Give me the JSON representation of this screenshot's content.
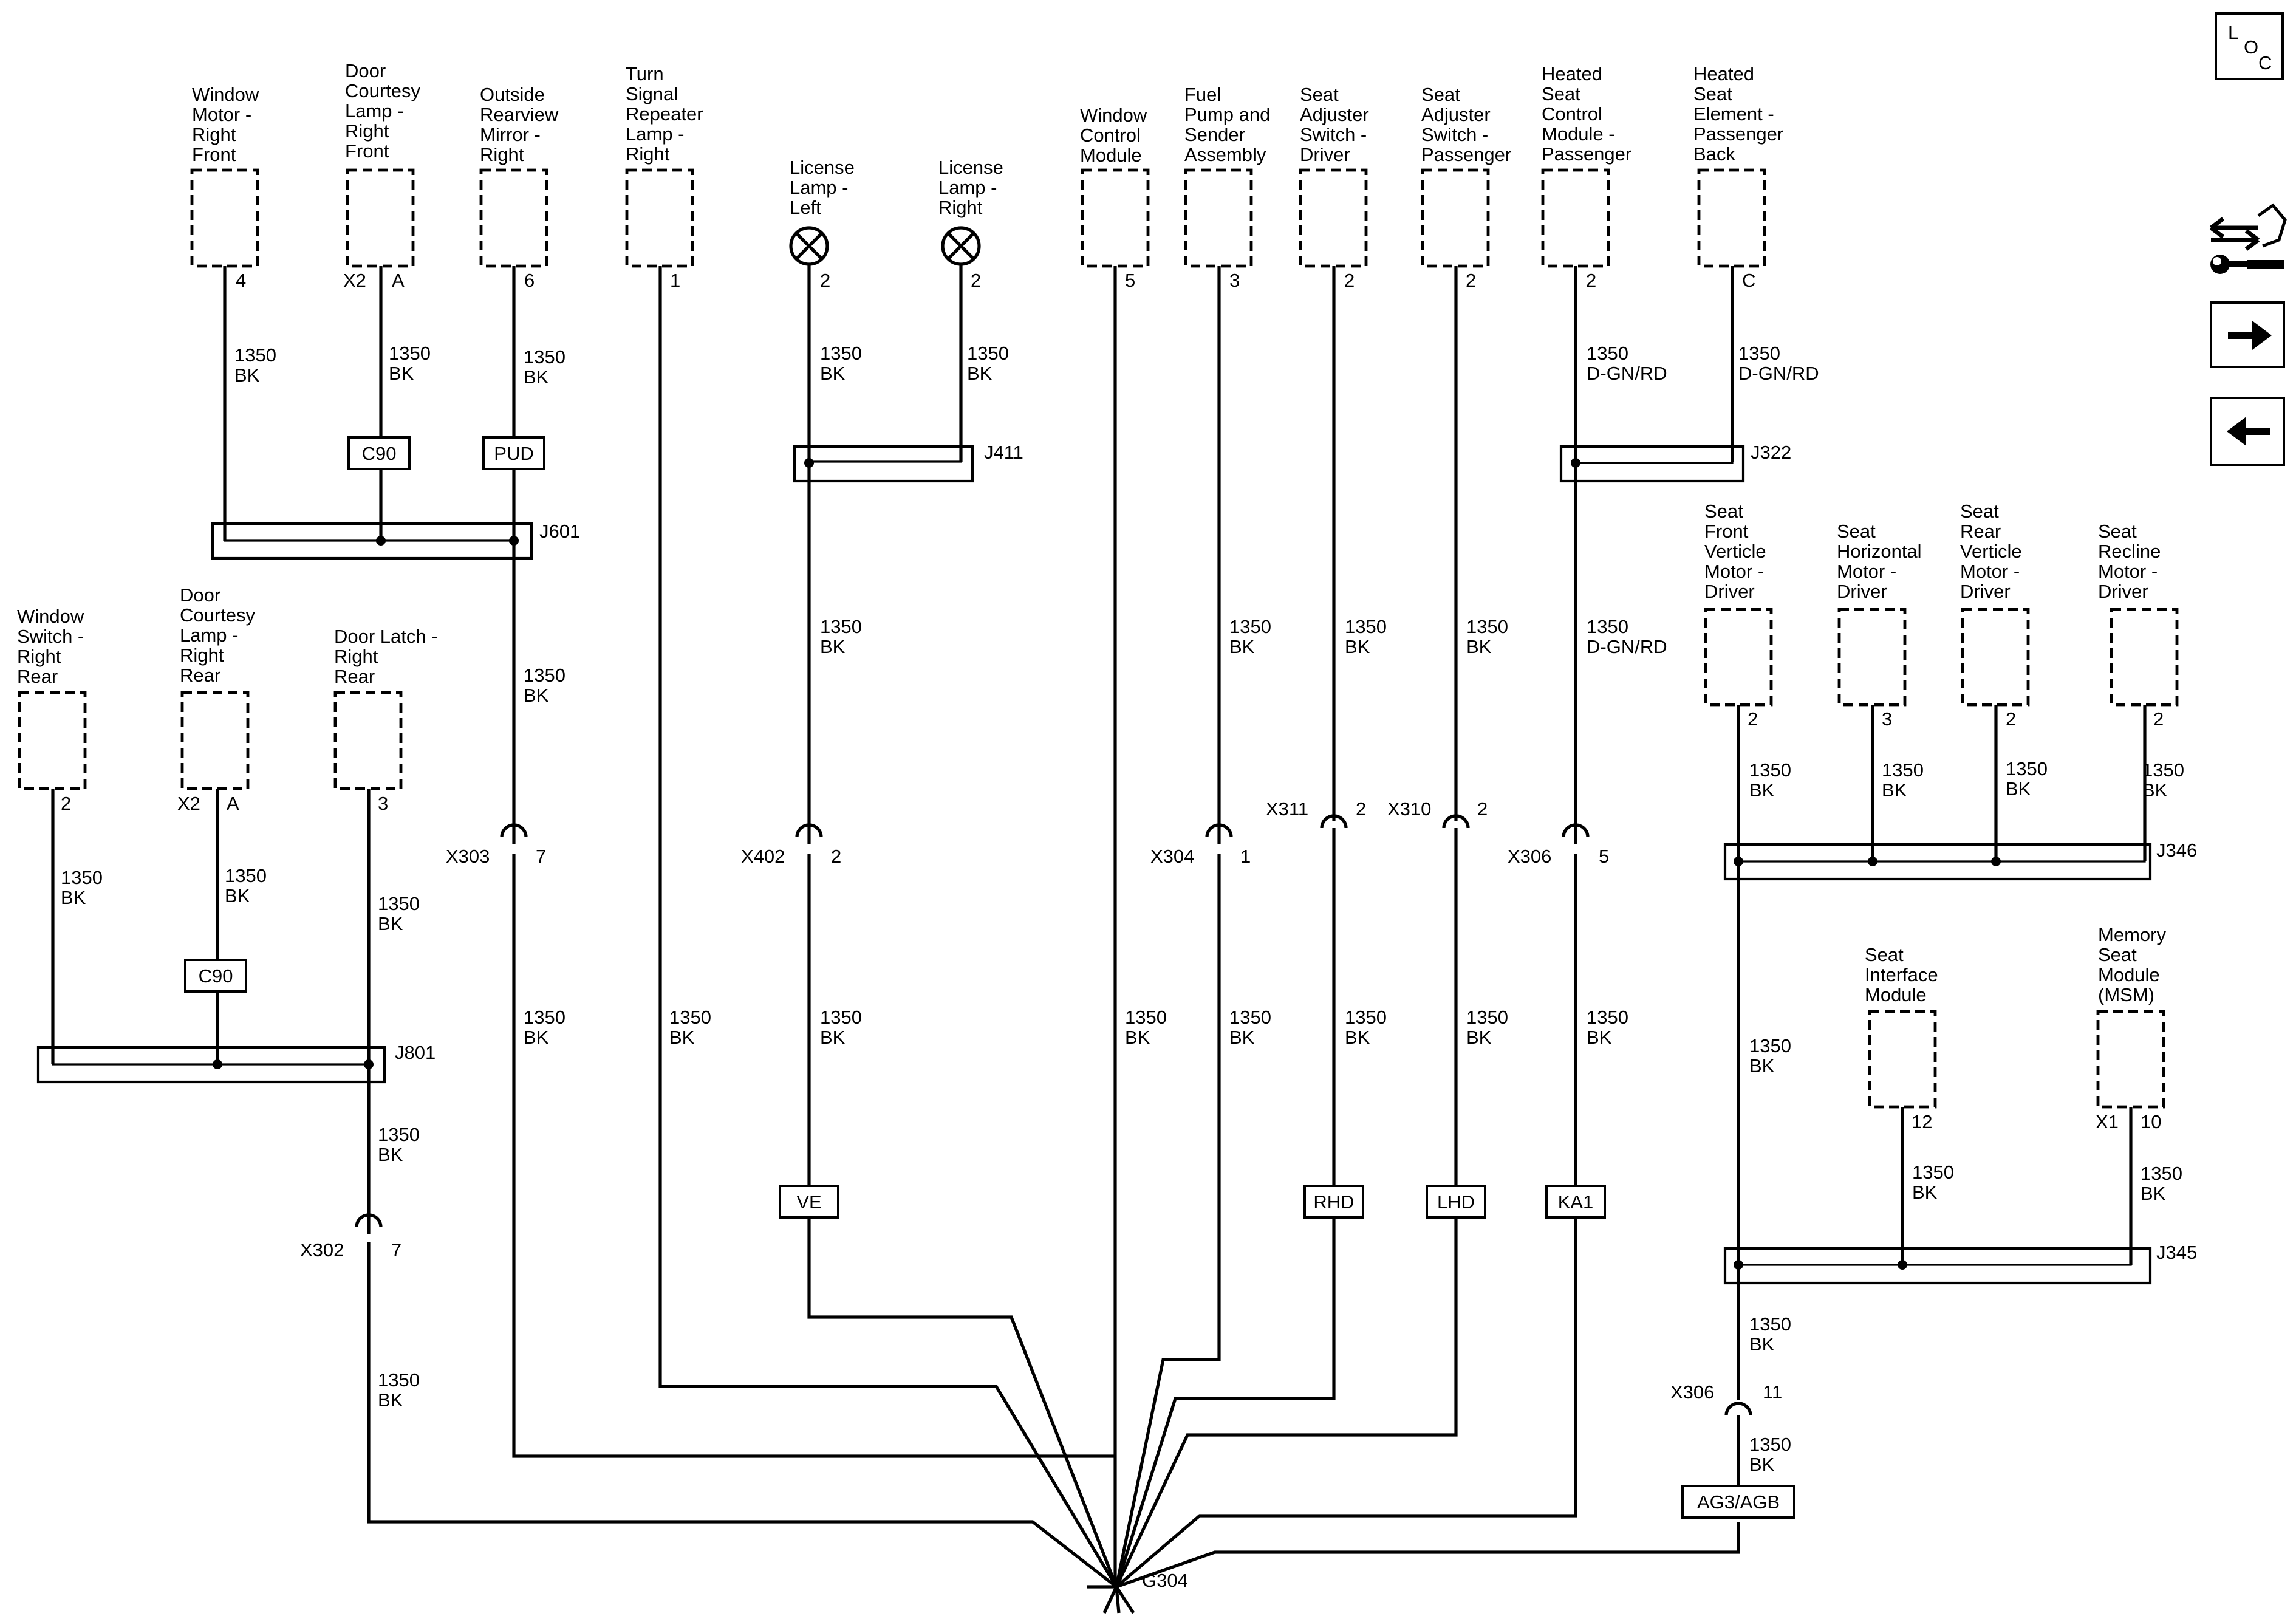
{
  "diagram": {
    "ground": {
      "name": "G304"
    },
    "components": {
      "window_motor_rf": {
        "label": [
          "Window",
          "Motor -",
          "Right",
          "Front"
        ],
        "pin": "4",
        "wire": [
          "1350",
          "BK"
        ]
      },
      "door_courtesy_rf": {
        "label": [
          "Door",
          "Courtesy",
          "Lamp -",
          "Right",
          "Front"
        ],
        "connector": "X2",
        "pin": "A",
        "wire": [
          "1350",
          "BK"
        ],
        "option": "C90"
      },
      "outside_mirror_r": {
        "label": [
          "Outside",
          "Rearview",
          "Mirror -",
          "Right"
        ],
        "pin": "6",
        "wire": [
          "1350",
          "BK"
        ],
        "option": "PUD"
      },
      "turn_repeater_r": {
        "label": [
          "Turn",
          "Signal",
          "Repeater",
          "Lamp -",
          "Right"
        ],
        "pin": "1",
        "wire": [
          "1350",
          "BK"
        ]
      },
      "license_lamp_l": {
        "label": [
          "License",
          "Lamp -",
          "Left"
        ],
        "pin": "2",
        "wire": [
          "1350",
          "BK"
        ]
      },
      "license_lamp_r": {
        "label": [
          "License",
          "Lamp -",
          "Right"
        ],
        "pin": "2",
        "wire": [
          "1350",
          "BK"
        ]
      },
      "window_control_module": {
        "label": [
          "Window",
          "Control",
          "Module"
        ],
        "pin": "5",
        "wire": [
          "1350",
          "BK"
        ]
      },
      "fuel_pump_sender": {
        "label": [
          "Fuel",
          "Pump and",
          "Sender",
          "Assembly"
        ],
        "pin": "3",
        "wire": [
          "1350",
          "BK"
        ]
      },
      "seat_adjuster_driver": {
        "label": [
          "Seat",
          "Adjuster",
          "Switch -",
          "Driver"
        ],
        "pin": "2",
        "wire": [
          "1350",
          "BK"
        ],
        "option": "RHD"
      },
      "seat_adjuster_passenger": {
        "label": [
          "Seat",
          "Adjuster",
          "Switch -",
          "Passenger"
        ],
        "pin": "2",
        "wire": [
          "1350",
          "BK"
        ],
        "option": "LHD"
      },
      "heated_seat_module_p": {
        "label": [
          "Heated",
          "Seat",
          "Control",
          "Module -",
          "Passenger"
        ],
        "pin": "2",
        "wire": [
          "1350",
          "D-GN/RD"
        ],
        "option": "KA1"
      },
      "heated_seat_element_pb": {
        "label": [
          "Heated",
          "Seat",
          "Element -",
          "Passenger",
          "Back"
        ],
        "pin": "C",
        "wire": [
          "1350",
          "D-GN/RD"
        ]
      },
      "window_switch_rr": {
        "label": [
          "Window",
          "Switch -",
          "Right",
          "Rear"
        ],
        "pin": "2",
        "wire": [
          "1350",
          "BK"
        ]
      },
      "door_courtesy_rr": {
        "label": [
          "Door",
          "Courtesy",
          "Lamp -",
          "Right",
          "Rear"
        ],
        "connector": "X2",
        "pin": "A",
        "wire": [
          "1350",
          "BK"
        ],
        "option": "C90"
      },
      "door_latch_rr": {
        "label": [
          "Door Latch -",
          "Right",
          "Rear"
        ],
        "pin": "3",
        "wire": [
          "1350",
          "BK"
        ]
      },
      "seat_front_vert_motor": {
        "label": [
          "Seat",
          "Front",
          "Verticle",
          "Motor -",
          "Driver"
        ],
        "pin": "2",
        "wire": [
          "1350",
          "BK"
        ]
      },
      "seat_horiz_motor": {
        "label": [
          "Seat",
          "Horizontal",
          "Motor -",
          "Driver"
        ],
        "pin": "3",
        "wire": [
          "1350",
          "BK"
        ]
      },
      "seat_rear_vert_motor": {
        "label": [
          "Seat",
          "Rear",
          "Verticle",
          "Motor -",
          "Driver"
        ],
        "pin": "2",
        "wire": [
          "1350",
          "BK"
        ]
      },
      "seat_recline_motor": {
        "label": [
          "Seat",
          "Recline",
          "Motor -",
          "Driver"
        ],
        "pin": "2",
        "wire": [
          "1350",
          "BK"
        ]
      },
      "seat_interface_module": {
        "label": [
          "Seat",
          "Interface",
          "Module"
        ],
        "pin": "12",
        "wire": [
          "1350",
          "BK"
        ]
      },
      "memory_seat_module": {
        "label": [
          "Memory",
          "Seat",
          "Module",
          "(MSM)"
        ],
        "connector": "X1",
        "pin": "10",
        "wire": [
          "1350",
          "BK"
        ]
      }
    },
    "splices": {
      "j601": "J601",
      "j411": "J411",
      "j322": "J322",
      "j801": "J801",
      "j346": "J346",
      "j345": "J345"
    },
    "inline_connectors": {
      "x303": {
        "name": "X303",
        "pin": "7"
      },
      "x402": {
        "name": "X402",
        "pin": "2"
      },
      "x304": {
        "name": "X304",
        "pin": "1"
      },
      "x311": {
        "name": "X311",
        "pin": "2"
      },
      "x310": {
        "name": "X310",
        "pin": "2"
      },
      "x306a": {
        "name": "X306",
        "pin": "5"
      },
      "x302": {
        "name": "X302",
        "pin": "7"
      },
      "x306b": {
        "name": "X306",
        "pin": "11"
      }
    },
    "options": {
      "ve": "VE",
      "ag3": "AG3/AGB"
    },
    "wire_labels": {
      "gauge": "1350",
      "bk": "BK",
      "dgnrd": "D-GN/RD"
    }
  },
  "toolbar": {
    "loc": {
      "l": "L",
      "o": "O",
      "c": "C"
    },
    "icons": [
      "connector-tool-icon",
      "forward-arrow-icon",
      "back-arrow-icon"
    ]
  }
}
